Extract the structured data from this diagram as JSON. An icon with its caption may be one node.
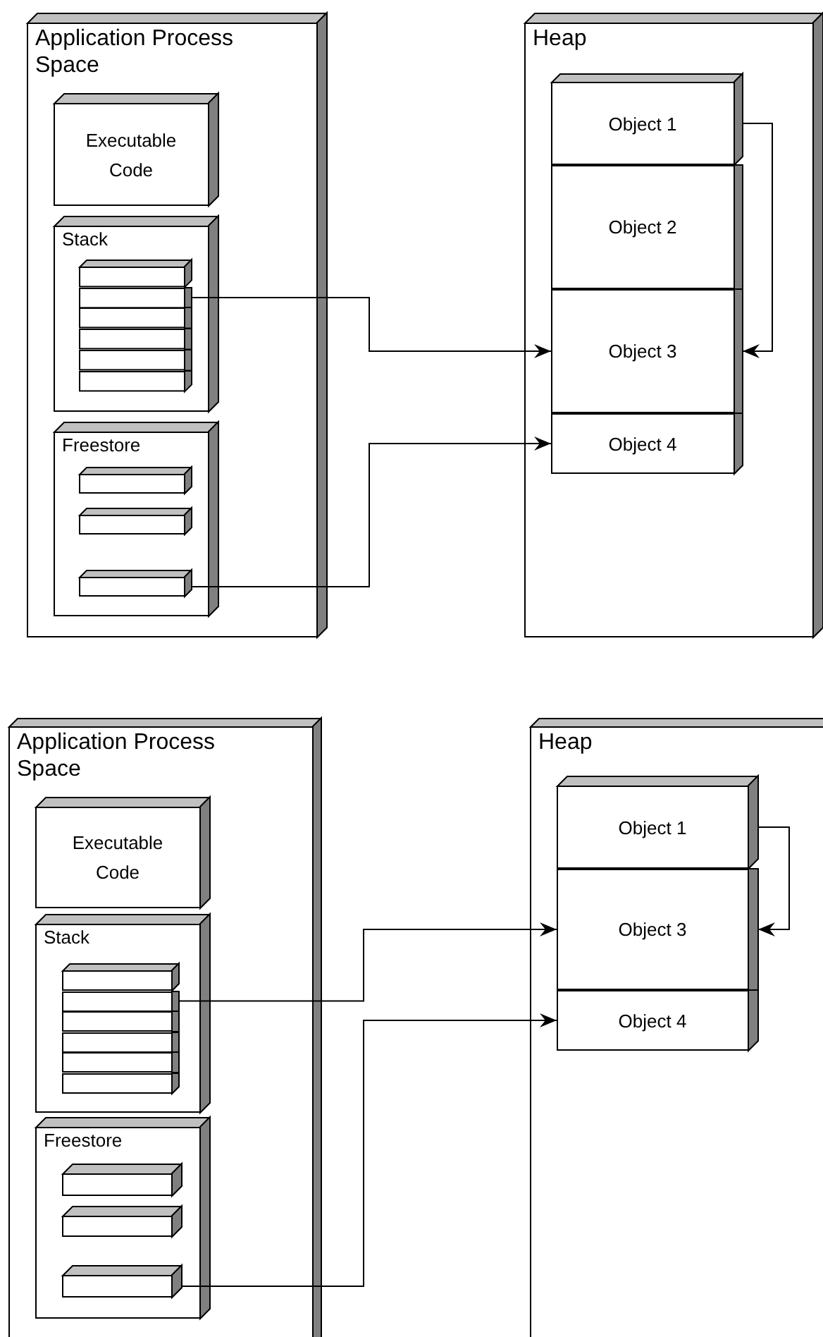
{
  "diagram": {
    "nodes": [
      {
        "text": [
          "Application Process Space"
        ]
      },
      {
        "text": [
          "Executable Code"
        ],
        "in": 0
      },
      {
        "text": [
          "Stack"
        ],
        "in": 0
      },
      {
        "text": [],
        "shape": "box",
        "in": 2
      },
      {
        "text": [],
        "shape": "box",
        "in": 2
      },
      {
        "text": [],
        "shape": "box",
        "in": 2
      },
      {
        "text": [],
        "shape": "box",
        "in": 2
      },
      {
        "text": [],
        "shape": "box",
        "in": 2
      },
      {
        "text": [],
        "shape": "box",
        "in": 2
      },
      {
        "text": [
          "Freestore"
        ],
        "in": 0
      },
      {
        "text": [],
        "shape": "box",
        "in": 9
      },
      {
        "text": [],
        "shape": "box",
        "in": 9
      },
      {
        "text": [],
        "shape": "box",
        "in": 9
      },
      {
        "text": [
          "Heap"
        ]
      },
      {
        "text": [
          "Object 1"
        ],
        "in": 13
      },
      {
        "text": [
          "Object 2"
        ],
        "in": 13
      },
      {
        "text": [
          "Object 3"
        ],
        "in": 13
      },
      {
        "text": [
          "Object 4"
        ],
        "in": 13
      },
      {
        "text": [
          "Application Process Space"
        ]
      },
      {
        "text": [
          "Executable Code"
        ],
        "in": 18
      },
      {
        "text": [
          "Stack"
        ],
        "in": 18
      },
      {
        "text": [],
        "shape": "box",
        "in": 20
      },
      {
        "text": [],
        "shape": "box",
        "in": 20
      },
      {
        "text": [],
        "shape": "box",
        "in": 20
      },
      {
        "text": [],
        "shape": "box",
        "in": 20
      },
      {
        "text": [],
        "shape": "box",
        "in": 20
      },
      {
        "text": [],
        "shape": "box",
        "in": 20
      },
      {
        "text": [
          "Freestore"
        ],
        "in": 18
      },
      {
        "text": [],
        "shape": "box",
        "in": 27
      },
      {
        "text": [],
        "shape": "box",
        "in": 27
      },
      {
        "text": [],
        "shape": "box",
        "in": 27
      },
      {
        "text": [
          "Heap"
        ]
      },
      {
        "text": [
          "Object 1"
        ],
        "in": 31
      },
      {
        "text": [
          "Object 3"
        ],
        "in": 31
      },
      {
        "text": [
          "Object 4"
        ],
        "in": 31
      }
    ],
    "edges": [
      {
        "from": 4,
        "to": 16,
        "arrow": "to"
      },
      {
        "from": 12,
        "to": 17,
        "arrow": "to"
      },
      {
        "from": 14,
        "to": 16,
        "arrow": "to"
      },
      {
        "from": 22,
        "to": 33,
        "arrow": "to"
      },
      {
        "from": 30,
        "to": 34,
        "arrow": "to"
      },
      {
        "from": 32,
        "to": 33,
        "arrow": "to"
      }
    ]
  }
}
